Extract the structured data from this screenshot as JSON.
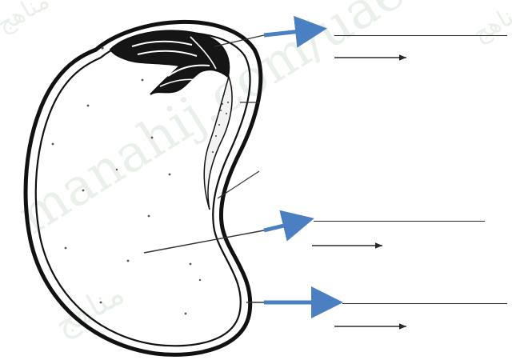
{
  "watermark": {
    "text": "manahij.com/uae",
    "arabic": "مناهج",
    "color": "#78a078"
  },
  "colors": {
    "outline": "#111111",
    "pointer_arrow": "#4a7fc1",
    "leader_line": "#333333",
    "answer_line": "#2a2a2a"
  },
  "labels": [
    {
      "id": "label-1",
      "text": ""
    },
    {
      "id": "label-2",
      "text": ""
    },
    {
      "id": "label-3",
      "text": ""
    }
  ]
}
